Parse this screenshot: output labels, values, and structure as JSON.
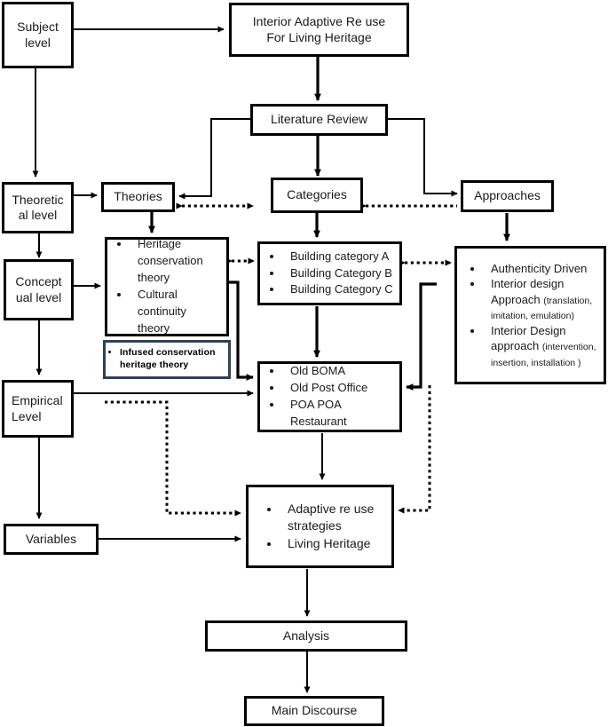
{
  "diagram": {
    "title": "Conceptual framework: Interior Adaptive Re use For Living Heritage",
    "type": "flowchart",
    "accent_color": "#2d4257",
    "line_color": "#000000",
    "nodes": {
      "subject_level": "Subject level",
      "interior_adaptive": "Interior Adaptive Re use\nFor Living Heritage",
      "interior_adaptive_line1": "Interior Adaptive Re use",
      "interior_adaptive_line2": "For Living Heritage",
      "literature_review": "Literature Review",
      "theoretical_level": "Theoretic al level",
      "theoretical_level_line1": "Theoretic",
      "theoretical_level_line2": "al level",
      "theories": "Theories",
      "categories": "Categories",
      "approaches": "Approaches",
      "conceptual_level_line1": "Concept",
      "conceptual_level_line2": "ual level",
      "empirical_level_line1": "Empirical",
      "empirical_level_line2": "Level",
      "variables": "Variables",
      "analysis": "Analysis",
      "main_discourse": "Main Discourse"
    },
    "theory_items": [
      "Heritage conservation theory",
      "Cultural continuity theory"
    ],
    "infused_items": [
      "Infused  conservation heritage theory"
    ],
    "building_category_items": [
      "Building category A",
      "Building Category B",
      "Building Category C"
    ],
    "approach_items": [
      {
        "main": "Authenticity Driven",
        "note": ""
      },
      {
        "main": "Interior design Approach ",
        "note": "(translation, imitation, emulation)"
      },
      {
        "main": "Interior Design approach ",
        "note": "(intervention, insertion, installation )"
      }
    ],
    "case_items": [
      "Old BOMA",
      "Old Post Office",
      "POA POA Restaurant"
    ],
    "outcome_items": [
      "Adaptive re use strategies",
      "Living Heritage"
    ]
  }
}
